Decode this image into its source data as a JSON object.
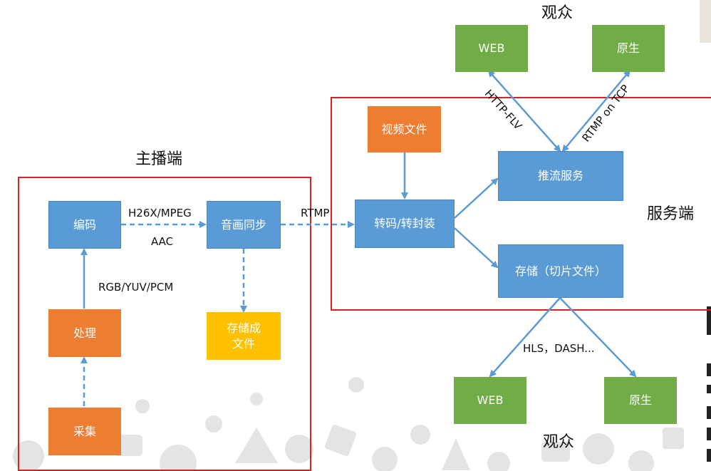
{
  "colors": {
    "blue": "#5b9bd5",
    "orange": "#ed7d31",
    "green": "#70ad47",
    "yellow": "#ffc000",
    "frame": "#e02020",
    "arrow": "#5b9bd5"
  },
  "broadcaster": {
    "title": "主播端",
    "encode": "编码",
    "sync": "音画同步",
    "process": "处理",
    "capture": "采集",
    "save_file": "存储成\n文件",
    "label_codec": "H26X/MPEG",
    "label_audio": "AAC",
    "label_raw": "RGB/YUV/PCM"
  },
  "server": {
    "title": "服务端",
    "video_file": "视频文件",
    "transcode": "转码/转封装",
    "push_service": "推流服务",
    "storage": "存储（切片文件）",
    "label_rtmp_in": "RTMP"
  },
  "audience_top": {
    "title": "观众",
    "web": "WEB",
    "native": "原生",
    "label_http": "HTTP-FLV",
    "label_rtmp_tcp": "RTMP on TCP"
  },
  "audience_bottom": {
    "title": "观众",
    "web": "WEB",
    "native": "原生",
    "label_hls": "HLS，DASH..."
  }
}
